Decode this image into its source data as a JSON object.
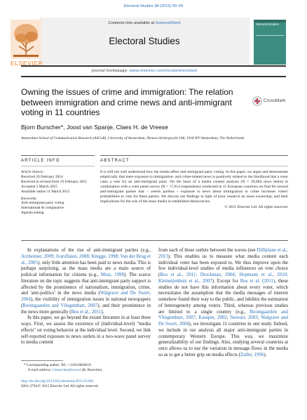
{
  "journal_ref": "Electoral Studies 38 (2015) 59–69",
  "header": {
    "contents_prefix": "Contents lists available at ",
    "contents_link": "ScienceDirect",
    "journal_title": "Electoral Studies",
    "homepage_prefix": "journal homepage: ",
    "homepage_url": "www.elsevier.com/locate/electstud",
    "publisher_logo_text": "ELSEVIER",
    "cover_title": "Electoral Studies"
  },
  "article": {
    "title": "Owning the issues of crime and immigration: The relation between immigration and crime news and anti-immigrant voting in 11 countries",
    "crossmark": "CrossMark",
    "authors": "Bjorn Burscher*, Joost van Spanje, Claes H. de Vreese",
    "affiliation": "Amsterdam School of Communication Research (ASCoR), University of Amsterdam, Nieuwe Achtergracht 166, 1018 WV Amsterdam, The Netherlands"
  },
  "article_info": {
    "heading": "ARTICLE INFO",
    "history_label": "Article history:",
    "history": [
      "Received 26 February 2014",
      "Received in revised form 19 February 2015",
      "Accepted 2 March 2015",
      "Available online 11 March 2015"
    ],
    "keywords_label": "Keywords:",
    "keywords": [
      "Anti-immigrant party voting",
      "International & comparative",
      "Agenda setting"
    ]
  },
  "abstract": {
    "heading": "ABSTRACT",
    "text": "It is still not well understood how the media affect anti-immigrant party voting. In this paper, we argue and demonstrate empirically that mere exposure to immigration- and crime-related news is positively related to the likelihood that a voter casts a vote for an anti-immigrant party. On the basis of a media content analysis (N = 20,084 news items) in combination with a voter panel survey (N = 17,014 respondents) conducted in 11 European countries we find for several anti-immigrant parties that – ceteris paribus – exposure to news about immigration or crime increases voters' probabilities to vote for these parties. We discuss our findings in light of prior research on issue ownership, and their implications for the role of the mass media in established democracies.",
    "copyright": "© 2015 Elsevier Ltd. All rights reserved."
  },
  "body": {
    "left_col": [
      {
        "t": "In explanations of the rise of anti-immigrant parties (e.g., "
      },
      {
        "t": "Arzheimer, 2009; Ivarsflaten, 2008; Knigge, 1998; Van der Brug et al., 2005",
        "l": true
      },
      {
        "t": "), only little attention has been paid to news media. This is perhaps surprising, as the mass media are a main source of political information for citizens (e.g., "
      },
      {
        "t": "Mutz, 1998",
        "l": true
      },
      {
        "t": "). The scarce literature on the topic suggests that anti-immigrant party support is affected by the prominence of nationalism, immigration, crime, and 'anti-politics' in the news media ("
      },
      {
        "t": "Walgrave and De Swert, 2004",
        "l": true
      },
      {
        "t": "), the visibility of immigration issues in national newspapers ("
      },
      {
        "t": "Boomgaarden and Vliegenthart, 2007",
        "l": true
      },
      {
        "t": "), and their prominence in the news more generally ("
      },
      {
        "t": "Bos et al., 2011",
        "l": true
      },
      {
        "t": ")."
      },
      {
        "br": true
      },
      {
        "t": "In this paper, we go beyond the extant literature in at least three ways. First, we assess the existence of (individual-level) \"media effects\" on voting behavior at the individual level. Second, we link self-reported exposure to news outlets in a two-wave panel survey to media content"
      }
    ],
    "right_col": [
      {
        "t": "from each of these outlets between the waves (see "
      },
      {
        "t": "Dilliplane et al., 2013",
        "l": true
      },
      {
        "t": "). This enables us to measure what media content each individual voter has been exposed to. We thus improve upon the few individual-level studies of media influences on vote choice ("
      },
      {
        "t": "Bos et al., 2011; Druckman, 2004; Hopmann et al., 2010; Kleinnijenhuis et al., 2007",
        "l": true
      },
      {
        "t": "). Except for "
      },
      {
        "t": "Bos et al. (2011)",
        "l": true
      },
      {
        "t": ", these studies do not have this information about every voter, which necessitates the assumption that the media messages of interest somehow found their way to the public, and inhibits the estimation of heterogeneity among voters. Third, whereas previous studies are limited to a single country (e.g., "
      },
      {
        "t": "Boomgaarden and Vliegenthart, 2007; Karapin, 2002; Stewart, 2003; Walgrave and De Swert, 2004",
        "l": true
      },
      {
        "t": "), we investigate 11 countries in one study. Indeed, we include in our analysis all major anti-immigrant parties in contemporary Western Europe. This way, we maximize generalizability of our findings. Also, studying several countries at once allows us to use the variation in message flows in the media so as to get a better grip on media effects ("
      },
      {
        "t": "Zaller, 1996",
        "l": true
      },
      {
        "t": ")."
      }
    ],
    "footnote_corresponding": "* Corresponding author. Tel.: +31616064619.",
    "footnote_email_label": "E-mail address: ",
    "footnote_email": "b.burscher@uva.nl",
    "footnote_email_suffix": " (B. Burscher).",
    "doi": "http://dx.doi.org/10.1016/j.electstud.2015.03.001",
    "issn": "0261-3794/© 2015 Elsevier Ltd. All rights reserved."
  },
  "colors": {
    "link": "#2a6fb5",
    "cover": "#3c8d7f",
    "elsevier": "#f47b20"
  }
}
